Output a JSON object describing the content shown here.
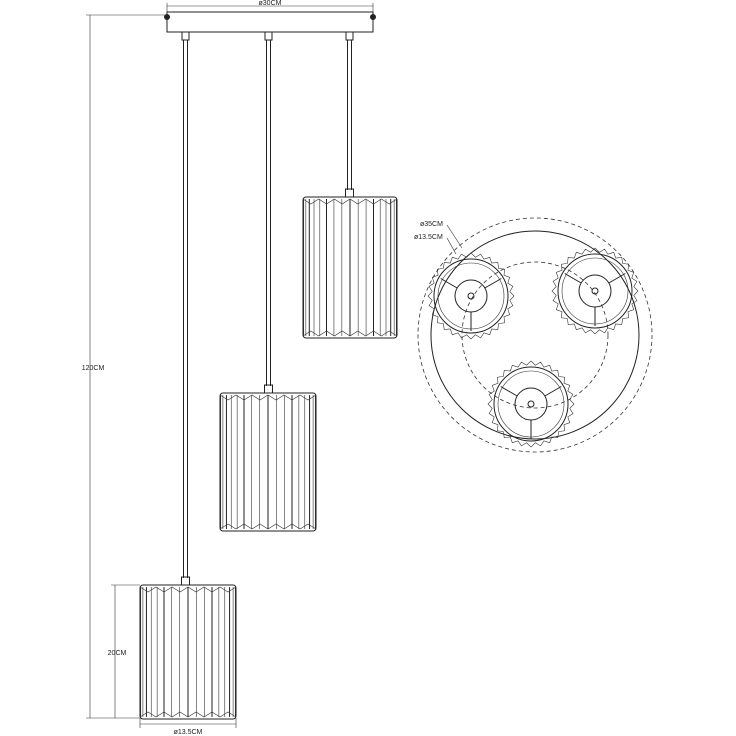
{
  "dimensions": {
    "canopy_diameter": "ø30CM",
    "total_height": "120CM",
    "shade_height": "20CM",
    "shade_diameter": "ø13.5CM",
    "top_view_outer_diameter": "ø35CM",
    "top_view_shade_diameter": "ø13.5CM"
  },
  "colors": {
    "line": "#222222",
    "background": "#ffffff"
  }
}
